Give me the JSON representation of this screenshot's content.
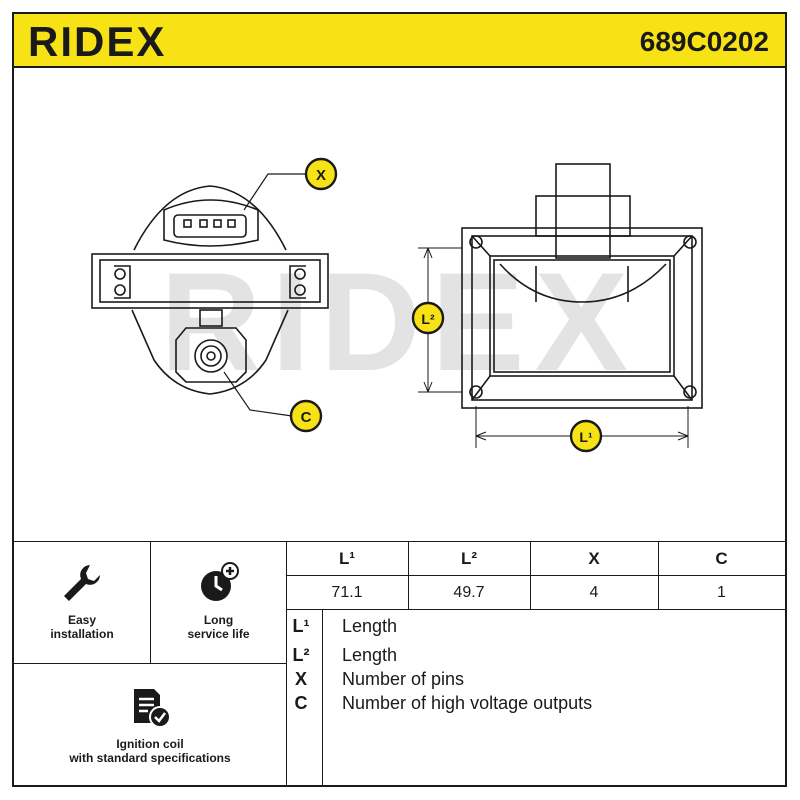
{
  "header": {
    "brand": "RIDEX",
    "part_number": "689C0202",
    "accent_color": "#f7e216"
  },
  "drawing": {
    "watermark": "RIDEX",
    "callouts": {
      "x": "X",
      "c": "C",
      "l1": "L¹",
      "l2": "L²"
    }
  },
  "features": [
    {
      "icon": "wrench-icon",
      "label": "Easy\ninstallation"
    },
    {
      "icon": "clock-plus-icon",
      "label": "Long\nservice life"
    },
    {
      "icon": "document-check-icon",
      "label": "Ignition coil\nwith standard specifications"
    }
  ],
  "spec_table": {
    "headers": [
      "L¹",
      "L²",
      "X",
      "C"
    ],
    "values": [
      "71.1",
      "49.7",
      "4",
      "1"
    ]
  },
  "legend": [
    {
      "key": "L¹",
      "text": "Length"
    },
    {
      "key": "L²",
      "text": "Length"
    },
    {
      "key": "X",
      "text": "Number of pins"
    },
    {
      "key": "C",
      "text": "Number of high voltage outputs"
    }
  ]
}
